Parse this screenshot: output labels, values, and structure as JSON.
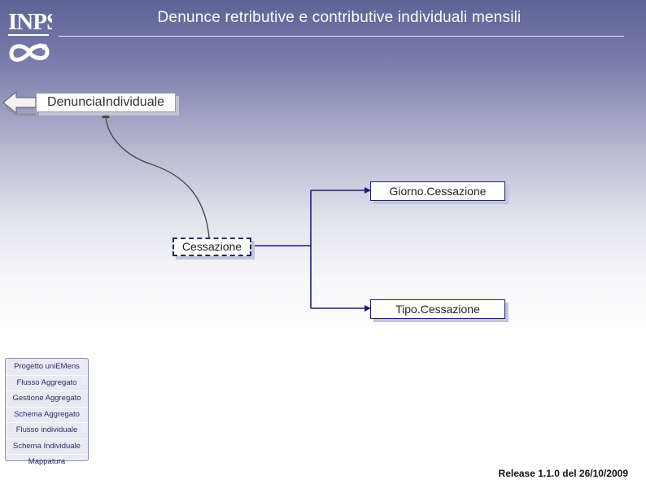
{
  "header": {
    "logo_text": "INPS",
    "title": "Denunce retributive e contributive individuali mensili"
  },
  "diagram": {
    "parent": "DenunciaIndividuale",
    "current": "Cessazione",
    "children": [
      "Giorno.Cessazione",
      "Tipo.Cessazione"
    ]
  },
  "nav": {
    "items": [
      "Progetto uniEMens",
      "Flusso Aggregato",
      "Gestione Aggregato",
      "Schema Aggregato",
      "Flusso individuale",
      "Schema Individuale",
      "Mappatura"
    ]
  },
  "footer": {
    "release": "Release 1.1.0 del 26/10/2009"
  },
  "colors": {
    "header_bg": "#5e6397",
    "node_border": "#1f2670",
    "connector": "#1a1f6e",
    "parent_link": "#4a4a4a"
  }
}
